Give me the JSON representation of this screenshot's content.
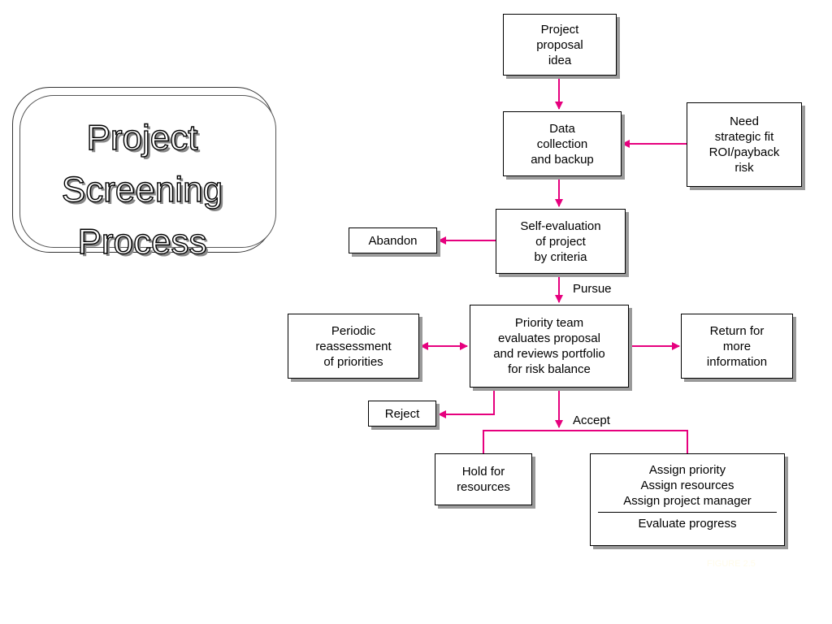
{
  "title": {
    "lines": [
      "Project",
      "Screening",
      "Process"
    ]
  },
  "nodes": {
    "proposal": "Project\nproposal\nidea",
    "data_collection": "Data\ncollection\nand backup",
    "need": "Need\nstrategic fit\nROI/payback\nrisk",
    "self_eval": "Self-evaluation\nof project\nby criteria",
    "abandon": "Abandon",
    "priority_team": "Priority team\nevaluates proposal\nand reviews portfolio\nfor risk balance",
    "periodic": "Periodic\nreassessment\nof priorities",
    "return_info": "Return for\nmore\ninformation",
    "reject": "Reject",
    "hold": "Hold for\nresources",
    "assign": {
      "top": "Assign priority\nAssign resources\nAssign project manager",
      "bottom": "Evaluate progress"
    }
  },
  "edge_labels": {
    "pursue": "Pursue",
    "accept": "Accept"
  },
  "figure_note": "FIGURE 2.5",
  "colors": {
    "arrow": "#e6007e",
    "box_border": "#000000",
    "shadow": "#9a9a9a"
  }
}
